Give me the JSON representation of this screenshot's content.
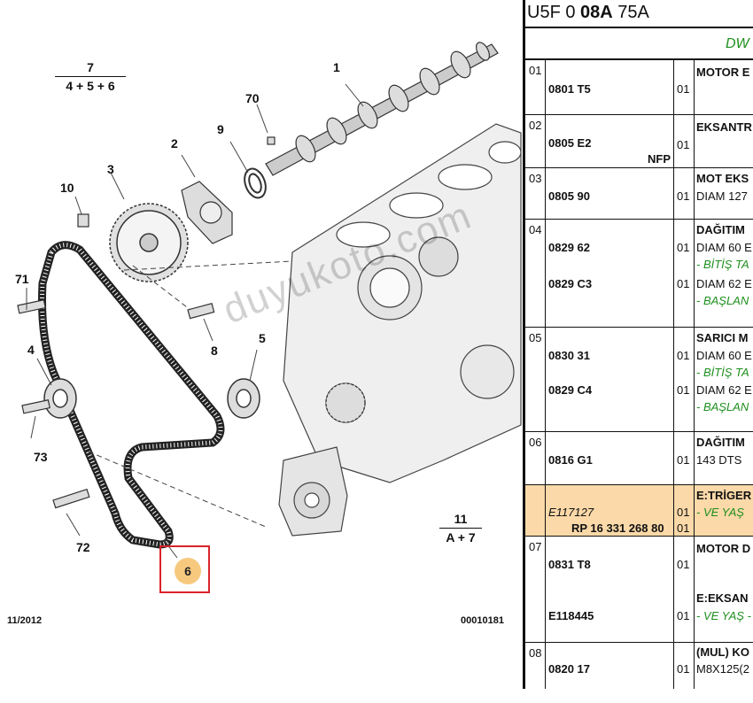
{
  "diagram": {
    "labels": {
      "l1": "1",
      "l2": "2",
      "l3": "3",
      "l4": "4",
      "l5": "5",
      "l6": "6",
      "l8": "8",
      "l9": "9",
      "l10": "10",
      "l70": "70",
      "l71": "71",
      "l72": "72",
      "l73": "73"
    },
    "group7": {
      "top": "7",
      "bottom": "4 + 5 + 6"
    },
    "group11": {
      "top": "11",
      "bottom": "A + 7"
    },
    "watermark": "duyukoto.com",
    "date": "11/2012",
    "code": "00010181"
  },
  "table": {
    "title_pre": "U5F 0 ",
    "title_bold": "08A",
    "title_post": " 75A",
    "header_text": "DW",
    "rows": [
      {
        "num": "01",
        "lines": [
          {
            "ref": "0801 T5",
            "qty": "01",
            "desc": "MOTOR E",
            "desc_style": "b"
          }
        ]
      },
      {
        "num": "02",
        "lines": [
          {
            "ref": "0805 E2",
            "qty": "01",
            "desc": "EKSANTR",
            "desc_style": "b",
            "tag": "NFP"
          }
        ]
      },
      {
        "num": "03",
        "lines": [
          {
            "ref": "0805 90",
            "qty": "01",
            "desc": "MOT EKS",
            "desc2": "DIAM 127"
          }
        ]
      },
      {
        "num": "04",
        "lines": [
          {
            "ref": "0829 62",
            "qty": "01",
            "desc": "DAĞITIM",
            "desc2": "DIAM 60 E",
            "desc3": "- BİTİŞ TA"
          },
          {
            "ref": "0829 C3",
            "qty": "01",
            "desc2": "DIAM 62 E",
            "desc3": "- BAŞLAN"
          }
        ]
      },
      {
        "num": "05",
        "lines": [
          {
            "ref": "0830 31",
            "qty": "01",
            "desc": "SARICI M",
            "desc2": "DIAM 60 E",
            "desc3": "- BİTİŞ TA"
          },
          {
            "ref": "0829 C4",
            "qty": "01",
            "desc2": "DIAM 62 E",
            "desc3": "- BAŞLAN"
          }
        ]
      },
      {
        "num": "06",
        "lines": [
          {
            "ref": "0816 G1",
            "qty": "01",
            "desc": "DAĞITIM",
            "desc2": "143 DTS"
          }
        ]
      },
      {
        "num": "",
        "highlight": true,
        "lines": [
          {
            "ref": "E117127",
            "ref2": "RP 16 331 268 80",
            "qty": "01",
            "qty2": "01",
            "desc": "E:TRİGER",
            "desc2": "- VE YAŞ"
          }
        ]
      },
      {
        "num": "07",
        "lines": [
          {
            "ref": "0831 T8",
            "qty": "01",
            "desc": "MOTOR D"
          },
          {
            "ref": "E118445",
            "qty": "01",
            "desc": "E:EKSAN",
            "desc2": "- VE YAŞ -"
          }
        ]
      },
      {
        "num": "08",
        "lines": [
          {
            "ref": "0820 17",
            "qty": "01",
            "desc": "(MUL) KO",
            "desc2": "M8X125(2"
          }
        ]
      }
    ]
  }
}
